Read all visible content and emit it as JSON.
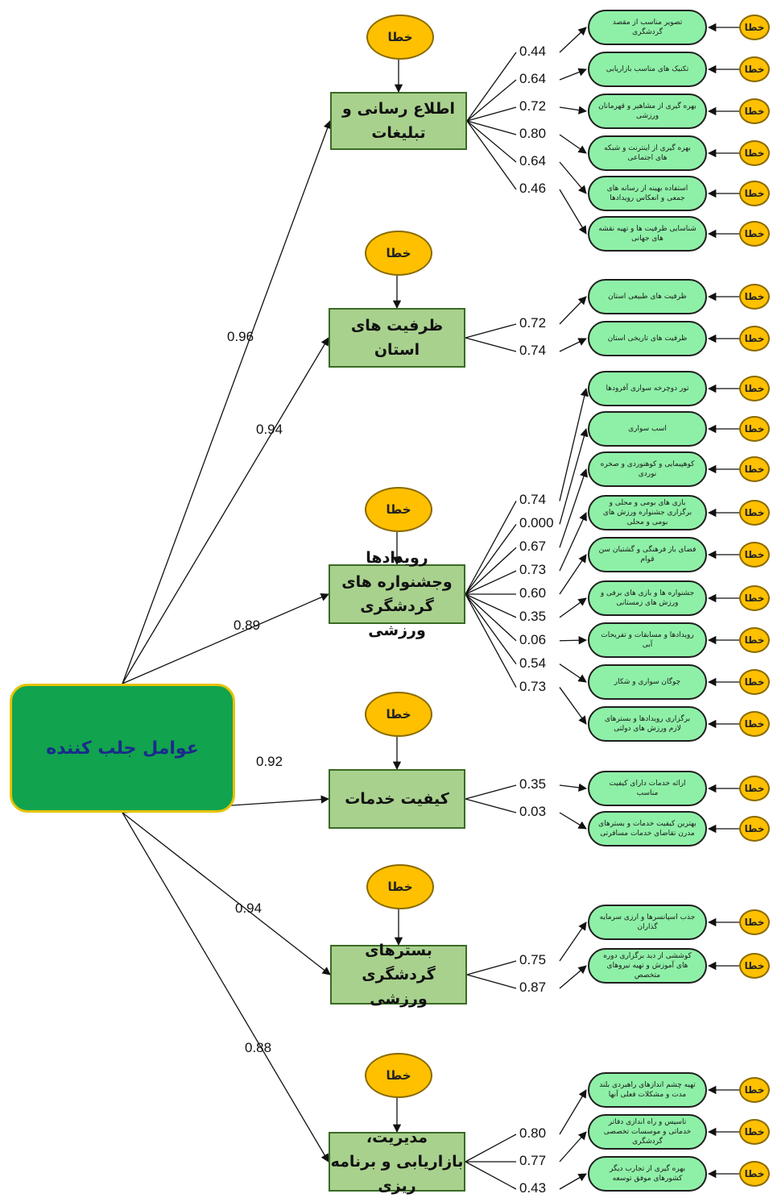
{
  "main_factor": "عوامل جلب کننده",
  "error_label": "خطا",
  "factors": [
    {
      "id": "f1",
      "label": "اطلاع رسانی و تبلیغات",
      "path_weight": "0.96",
      "indicators": [
        {
          "text": "تصویر مناسب از مقصد گردشگری",
          "weight": "0.44"
        },
        {
          "text": "تکنیک های مناسب بازاریابی",
          "weight": "0.64"
        },
        {
          "text": "بهره گیری از مشاهیر و قهرمانان ورزشی",
          "weight": "0.72"
        },
        {
          "text": "بهره گیری از اینترنت و شبکه های اجتماعی",
          "weight": "0.80"
        },
        {
          "text": "استفاده بهینه از رسانه های جمعی و انعکاس رویدادها",
          "weight": "0.64"
        },
        {
          "text": "شناسایی ظرفیت ها و تهیه نقشه های جهانی",
          "weight": "0.46"
        }
      ]
    },
    {
      "id": "f2",
      "label": "ظرفیت های استان",
      "path_weight": "0.94",
      "indicators": [
        {
          "text": "ظرفیت های طبیعی استان",
          "weight": "0.72"
        },
        {
          "text": "ظرفیت های تاریخی استان",
          "weight": "0.74"
        }
      ]
    },
    {
      "id": "f3",
      "label": "رویدادها وجشنواره های گردشگری ورزشی",
      "path_weight": "0.89",
      "indicators": [
        {
          "text": "تور دوچرخه سواری آفرودها",
          "weight": "0.74"
        },
        {
          "text": "اسب سواری",
          "weight": "0.000"
        },
        {
          "text": "کوهپیمایی و کوهنوردی و صخره نوردی",
          "weight": "0.67"
        },
        {
          "text": "بازی های بومی و محلی و برگزاری جشنواره ورزش های بومی و محلی",
          "weight": "0.73"
        },
        {
          "text": "فضای باز فرهنگی و گشتبان سن قوام",
          "weight": "0.60"
        },
        {
          "text": "جشنواره ها و بازی های برفی و ورزش های زمستانی",
          "weight": "0.35"
        },
        {
          "text": "رویدادها و مسابقات و تفریحات آبی",
          "weight": "0.06"
        },
        {
          "text": "چوگان سواری و شکار",
          "weight": "0.54"
        },
        {
          "text": "برگزاری رویدادها و بسترهای لازم ورزش های دولتی",
          "weight": "0.73"
        }
      ]
    },
    {
      "id": "f4",
      "label": "کیفیت خدمات",
      "path_weight": "0.92",
      "indicators": [
        {
          "text": "ارائه خدمات دارای کیفیت مناسب",
          "weight": "0.35"
        },
        {
          "text": "بهترین کیفیت خدمات و بسترهای مدرن تقاضای خدمات مسافرتی",
          "weight": "0.03"
        }
      ]
    },
    {
      "id": "f5",
      "label": "بسترهای گردشگری ورزشی",
      "path_weight": "0.94",
      "indicators": [
        {
          "text": "جذب اسپانسرها و ارزی سرمایه گذاران",
          "weight": "0.75"
        },
        {
          "text": "کوششی از دید برگزاری دوره های آموزش و تهیه نیروهای متخصص",
          "weight": "0.87"
        }
      ]
    },
    {
      "id": "f6",
      "label": "مدیریت، بازاریابی و برنامه ریزی",
      "path_weight": "0.88",
      "indicators": [
        {
          "text": "تهیه چشم اندازهای راهبردی بلند مدت و مشکلات فعلی آنها",
          "weight": "0.80"
        },
        {
          "text": "تاسیس و راه اندازی دفاتر خدماتی و موسسات تخصصی گردشگری",
          "weight": "0.77"
        },
        {
          "text": "بهره گیری از تجارب دیگر کشورهای موفق توسعه",
          "weight": "0.43"
        }
      ]
    }
  ],
  "colors": {
    "main": "#12a34e",
    "main_text": "#1a2b8c",
    "factor": "#a9d18e",
    "indicator": "#8ef0a7",
    "error": "#ffc000"
  }
}
